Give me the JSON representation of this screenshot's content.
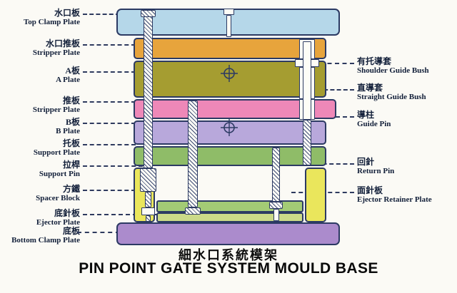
{
  "titles": {
    "zh": "細水口系統模架",
    "en": "PIN POINT GATE SYSTEM MOULD BASE"
  },
  "labels": {
    "left": [
      {
        "zh": "水口板",
        "en": "Top Clamp Plate"
      },
      {
        "zh": "水口推板",
        "en": "Stripper Plate"
      },
      {
        "zh": "A板",
        "en": "A Plate"
      },
      {
        "zh": "推板",
        "en": "Stripper Plate"
      },
      {
        "zh": "B板",
        "en": "B Plate"
      },
      {
        "zh": "托板",
        "en": "Support Plate"
      },
      {
        "zh": "拉桿",
        "en": "Support Pin"
      },
      {
        "zh": "方鐵",
        "en": "Spacer Block"
      },
      {
        "zh": "底針板",
        "en": "Ejector Plate"
      },
      {
        "zh": "底板",
        "en": "Bottom Clamp Plate"
      }
    ],
    "right": [
      {
        "zh": "有托導套",
        "en": "Shoulder Guide Bush"
      },
      {
        "zh": "直導套",
        "en": "Straight Guide Bush"
      },
      {
        "zh": "導柱",
        "en": "Guide Pin"
      },
      {
        "zh": "回針",
        "en": "Return Pin"
      },
      {
        "zh": "面針板",
        "en": "Ejector Retainer Plate"
      }
    ]
  },
  "colors": {
    "outline": "#2c3a63",
    "top_clamp_plate": "#b5d7e9",
    "stripper_plate_top": "#e7a43c",
    "a_plate": "#a59d31",
    "stripper_plate": "#ee88b8",
    "b_plate": "#b8a8db",
    "support_plate": "#8fbc68",
    "spacer_block": "#eae65c",
    "ejector_retainer_plate": "#a3cb75",
    "ejector_plate": "#cbda88",
    "bottom_clamp_plate": "#ab8bcc"
  }
}
